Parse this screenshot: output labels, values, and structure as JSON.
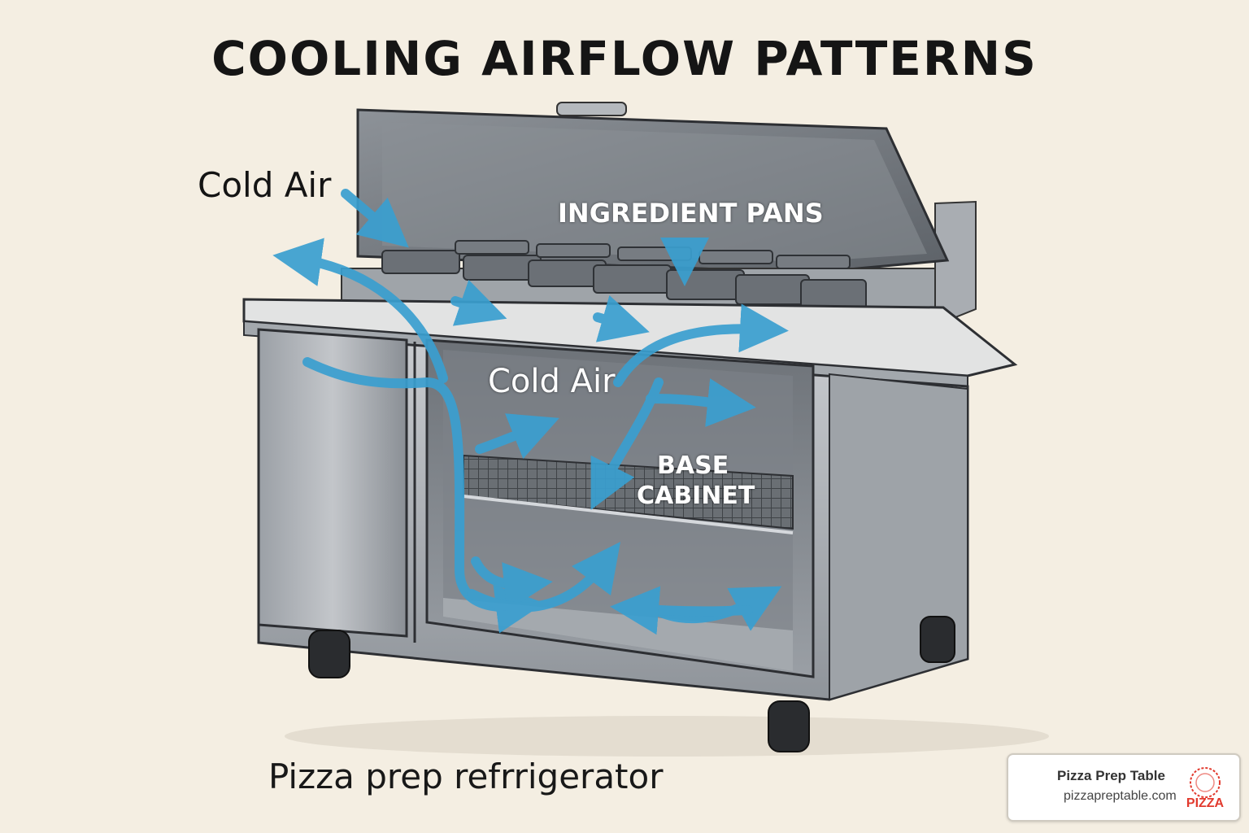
{
  "title": "COOLING AIRFLOW PATTERNS",
  "labels": {
    "cold_air_top": "Cold Air",
    "cold_air_center": "Cold Air",
    "ingredient_pans": "INGREDIENT PANS",
    "base_cabinet_line1": "BASE",
    "base_cabinet_line2": "CABINET"
  },
  "caption": "Pizza prep refrrigerator",
  "brand": {
    "name": "Pizza Prep Table",
    "url": "pizzapreptable.com",
    "logo_text": "PIZZA"
  },
  "colors": {
    "background": "#f4eee2",
    "airflow_arrow": "#3a9fd0",
    "steel": "#8e9399",
    "logo_red": "#e23a2e"
  }
}
